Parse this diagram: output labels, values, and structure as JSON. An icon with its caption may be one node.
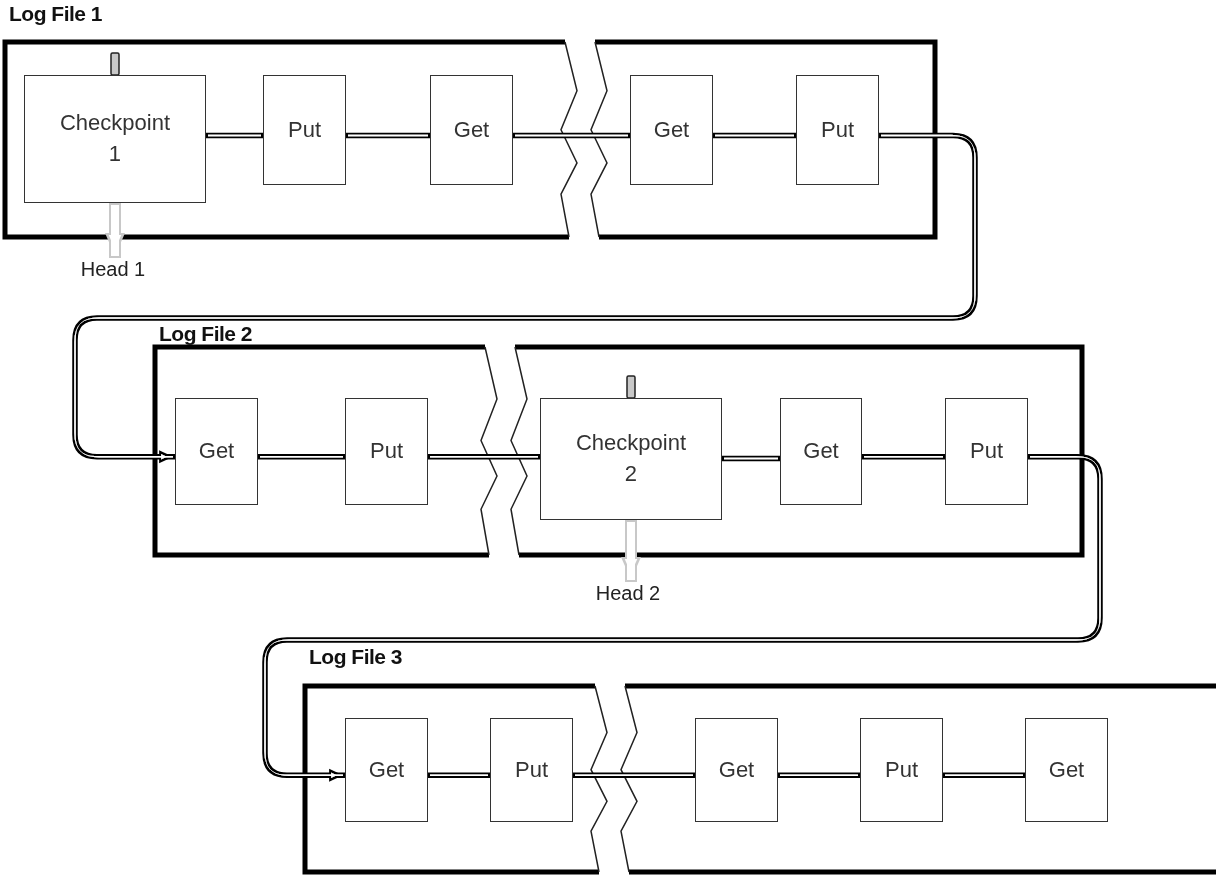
{
  "diagram": {
    "nodes": [
      {
        "text": [
          "Log File 1"
        ]
      },
      {
        "text": [
          "Checkpoint 1"
        ],
        "in": 0
      },
      {
        "text": [
          "Put"
        ],
        "in": 0
      },
      {
        "text": [
          "Get"
        ],
        "in": 0
      },
      {
        "text": [
          "Get"
        ],
        "in": 0
      },
      {
        "text": [
          "Put"
        ],
        "in": 0
      },
      {
        "text": [
          "Head 1"
        ]
      },
      {
        "text": [
          "Log File 2"
        ]
      },
      {
        "text": [
          "Get"
        ],
        "in": 7
      },
      {
        "text": [
          "Put"
        ],
        "in": 7
      },
      {
        "text": [
          "Checkpoint 2"
        ],
        "in": 7
      },
      {
        "text": [
          "Get"
        ],
        "in": 7
      },
      {
        "text": [
          "Put"
        ],
        "in": 7
      },
      {
        "text": [
          "Head 2"
        ]
      },
      {
        "text": [
          "Log File 3"
        ]
      },
      {
        "text": [
          "Get"
        ],
        "in": 14
      },
      {
        "text": [
          "Put"
        ],
        "in": 14
      },
      {
        "text": [
          "Get"
        ],
        "in": 14
      },
      {
        "text": [
          "Put"
        ],
        "in": 14
      },
      {
        "text": [
          "Get"
        ],
        "in": 14
      }
    ],
    "edges": [
      {
        "from": 1,
        "to": 2,
        "arrow": "none"
      },
      {
        "from": 2,
        "to": 3,
        "arrow": "none"
      },
      {
        "from": 3,
        "to": 4,
        "arrow": "none"
      },
      {
        "from": 4,
        "to": 5,
        "arrow": "none"
      },
      {
        "from": 1,
        "to": 6,
        "arrow": "to",
        "style": "thick",
        "color": "#c8c8c8"
      },
      {
        "from": 5,
        "to": 8,
        "arrow": "to"
      },
      {
        "from": 8,
        "to": 9,
        "arrow": "none"
      },
      {
        "from": 9,
        "to": 10,
        "arrow": "none"
      },
      {
        "from": 10,
        "to": 11,
        "arrow": "none"
      },
      {
        "from": 11,
        "to": 12,
        "arrow": "none"
      },
      {
        "from": 10,
        "to": 13,
        "arrow": "to",
        "style": "thick",
        "color": "#c8c8c8"
      },
      {
        "from": 12,
        "to": 15,
        "arrow": "to"
      },
      {
        "from": 15,
        "to": 16,
        "arrow": "none"
      },
      {
        "from": 16,
        "to": 17,
        "arrow": "none"
      },
      {
        "from": 17,
        "to": 18,
        "arrow": "none"
      },
      {
        "from": 18,
        "to": 19,
        "arrow": "none"
      }
    ]
  }
}
